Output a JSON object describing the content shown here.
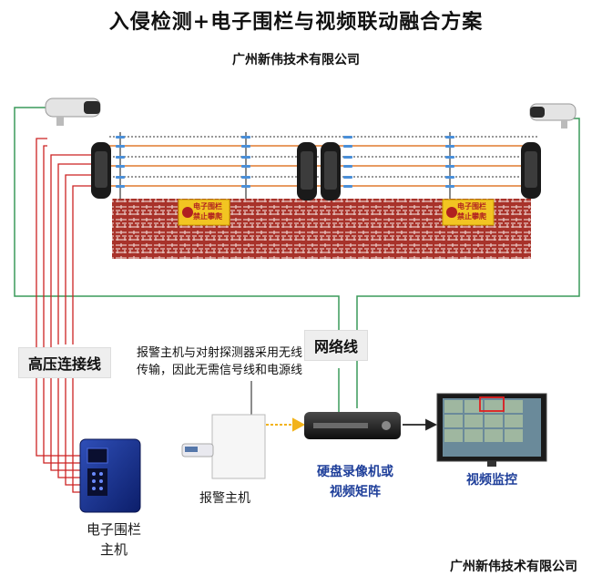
{
  "title": "入侵检测+电子围栏与视频联动融合方案",
  "company_top": "广州新伟技术有限公司",
  "company_bottom": "广州新伟技术有限公司",
  "labels": {
    "high_voltage": "高压连接线",
    "network": "网络线",
    "wireless_note": "报警主机与对射探测器采用无线传输，因此无需信号线和电源线",
    "alarm_host": "报警主机",
    "fence_host": "电子围栏\n主机",
    "nvr": "硬盘录像机或\n视频矩阵",
    "monitor": "视频监控"
  },
  "warning_sign": {
    "line1": "电子围栏",
    "line2": "禁止攀爬"
  },
  "colors": {
    "wall": "#a8322a",
    "wall_line": "#e8c4c0",
    "network_line": "#3a9a5a",
    "hv_line": "#cc2222",
    "fence_wire": "#e07a2e"
  }
}
